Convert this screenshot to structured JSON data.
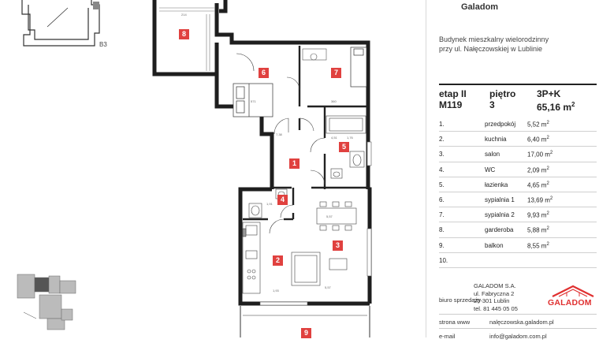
{
  "brand": "Galadom",
  "building": {
    "line1": "Budynek mieszkalny wielorodzinny",
    "line2": "przy ul. Nałęczowskiej w Lublinie"
  },
  "header": {
    "stage_label": "etap II",
    "unit": "M119",
    "floor_label": "piętro",
    "floor": "3",
    "type": "3P+K",
    "area": "65,16 m",
    "area_sup": "2"
  },
  "rooms": [
    {
      "no": "1.",
      "name": "przedpokój",
      "area": "5,52 m"
    },
    {
      "no": "2.",
      "name": "kuchnia",
      "area": "6,40 m"
    },
    {
      "no": "3.",
      "name": "salon",
      "area": "17,00 m"
    },
    {
      "no": "4.",
      "name": "WC",
      "area": "2,09 m"
    },
    {
      "no": "5.",
      "name": "łazienka",
      "area": "4,65 m"
    },
    {
      "no": "6.",
      "name": "sypialnia 1",
      "area": "13,69 m"
    },
    {
      "no": "7.",
      "name": "sypialnia 2",
      "area": "9,93 m"
    },
    {
      "no": "8.",
      "name": "garderoba",
      "area": "5,88 m"
    },
    {
      "no": "9.",
      "name": "balkon",
      "area": "8,55 m"
    },
    {
      "no": "10.",
      "name": "",
      "area": ""
    }
  ],
  "area_sup": "2",
  "seller": {
    "label": "biuro sprzedaży",
    "name": "GALADOM S.A.",
    "street": "ul. Fabryczna 2",
    "city": "20-301 Lublin",
    "phone": "tel. 81 445 05 05",
    "logo_text": "GALADOM"
  },
  "links": {
    "web_label": "strona www",
    "web": "nalęczowska.galadom.pl",
    "mail_label": "e-mail",
    "mail": "info@galadom.com.pl"
  },
  "plan": {
    "stair_label": "B3",
    "room_badges": [
      "1",
      "2",
      "3",
      "4",
      "5",
      "6",
      "7",
      "8",
      "9"
    ],
    "dims": [
      "214",
      "571",
      "360",
      "7,38",
      "4,51",
      "1,76",
      "1,91",
      "5,57",
      "1,93",
      "5,57",
      "7,28",
      "4,47"
    ]
  },
  "colors": {
    "badge": "#e0413f",
    "wall": "#1e1e1e",
    "logo": "#e03030"
  }
}
